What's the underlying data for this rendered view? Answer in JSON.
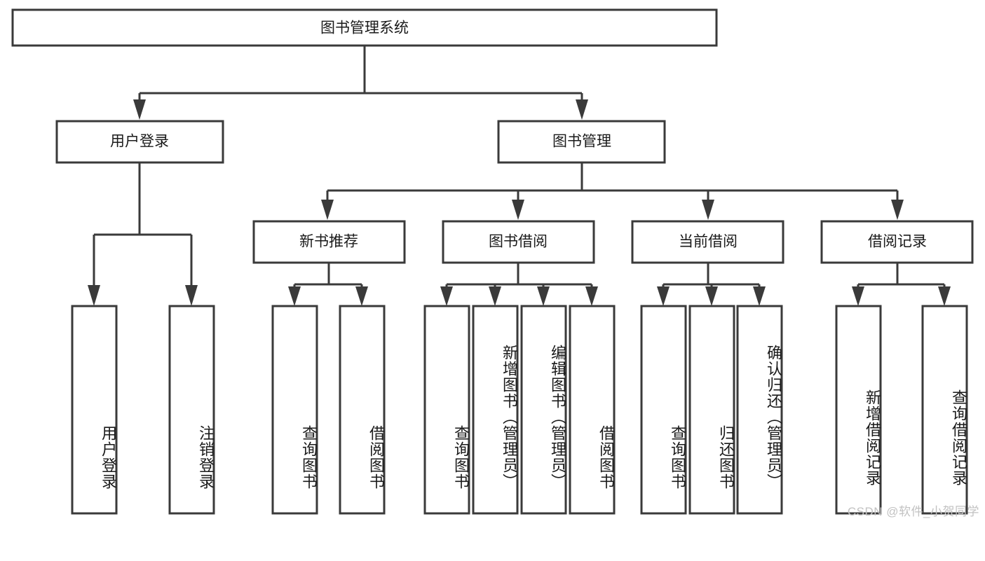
{
  "diagram": {
    "type": "tree-hierarchy",
    "title": "图书管理系统",
    "watermark": "CSDN @软件_小贺同学",
    "colors": {
      "box_stroke": "#3a3a3a",
      "box_fill": "#ffffff",
      "text": "#1a1a1a",
      "background": "#ffffff",
      "watermark": "#c2c2c2"
    },
    "levels": {
      "root": {
        "label": "图书管理系统"
      },
      "level2": [
        {
          "label": "用户登录"
        },
        {
          "label": "图书管理"
        }
      ],
      "level3": [
        {
          "label": "新书推荐"
        },
        {
          "label": "图书借阅"
        },
        {
          "label": "当前借阅"
        },
        {
          "label": "借阅记录"
        }
      ]
    },
    "nodes": {
      "root": "图书管理系统",
      "user_login": "用户登录",
      "book_manage": "图书管理",
      "new_book_rec": "新书推荐",
      "book_borrow": "图书借阅",
      "current_borrow": "当前借阅",
      "borrow_record": "借阅记录"
    },
    "leaves": {
      "user_login": [
        "用户登录",
        "注销登录"
      ],
      "new_book_rec": [
        "查询图书",
        "借阅图书"
      ],
      "book_borrow": [
        "查询图书",
        "新增图书（管理员）",
        "编辑图书（管理员）",
        "借阅图书"
      ],
      "current_borrow": [
        "查询图书",
        "归还图书",
        "确认归还（管理员）"
      ],
      "borrow_record": [
        "新增借阅记录",
        "查询借阅记录"
      ]
    }
  }
}
